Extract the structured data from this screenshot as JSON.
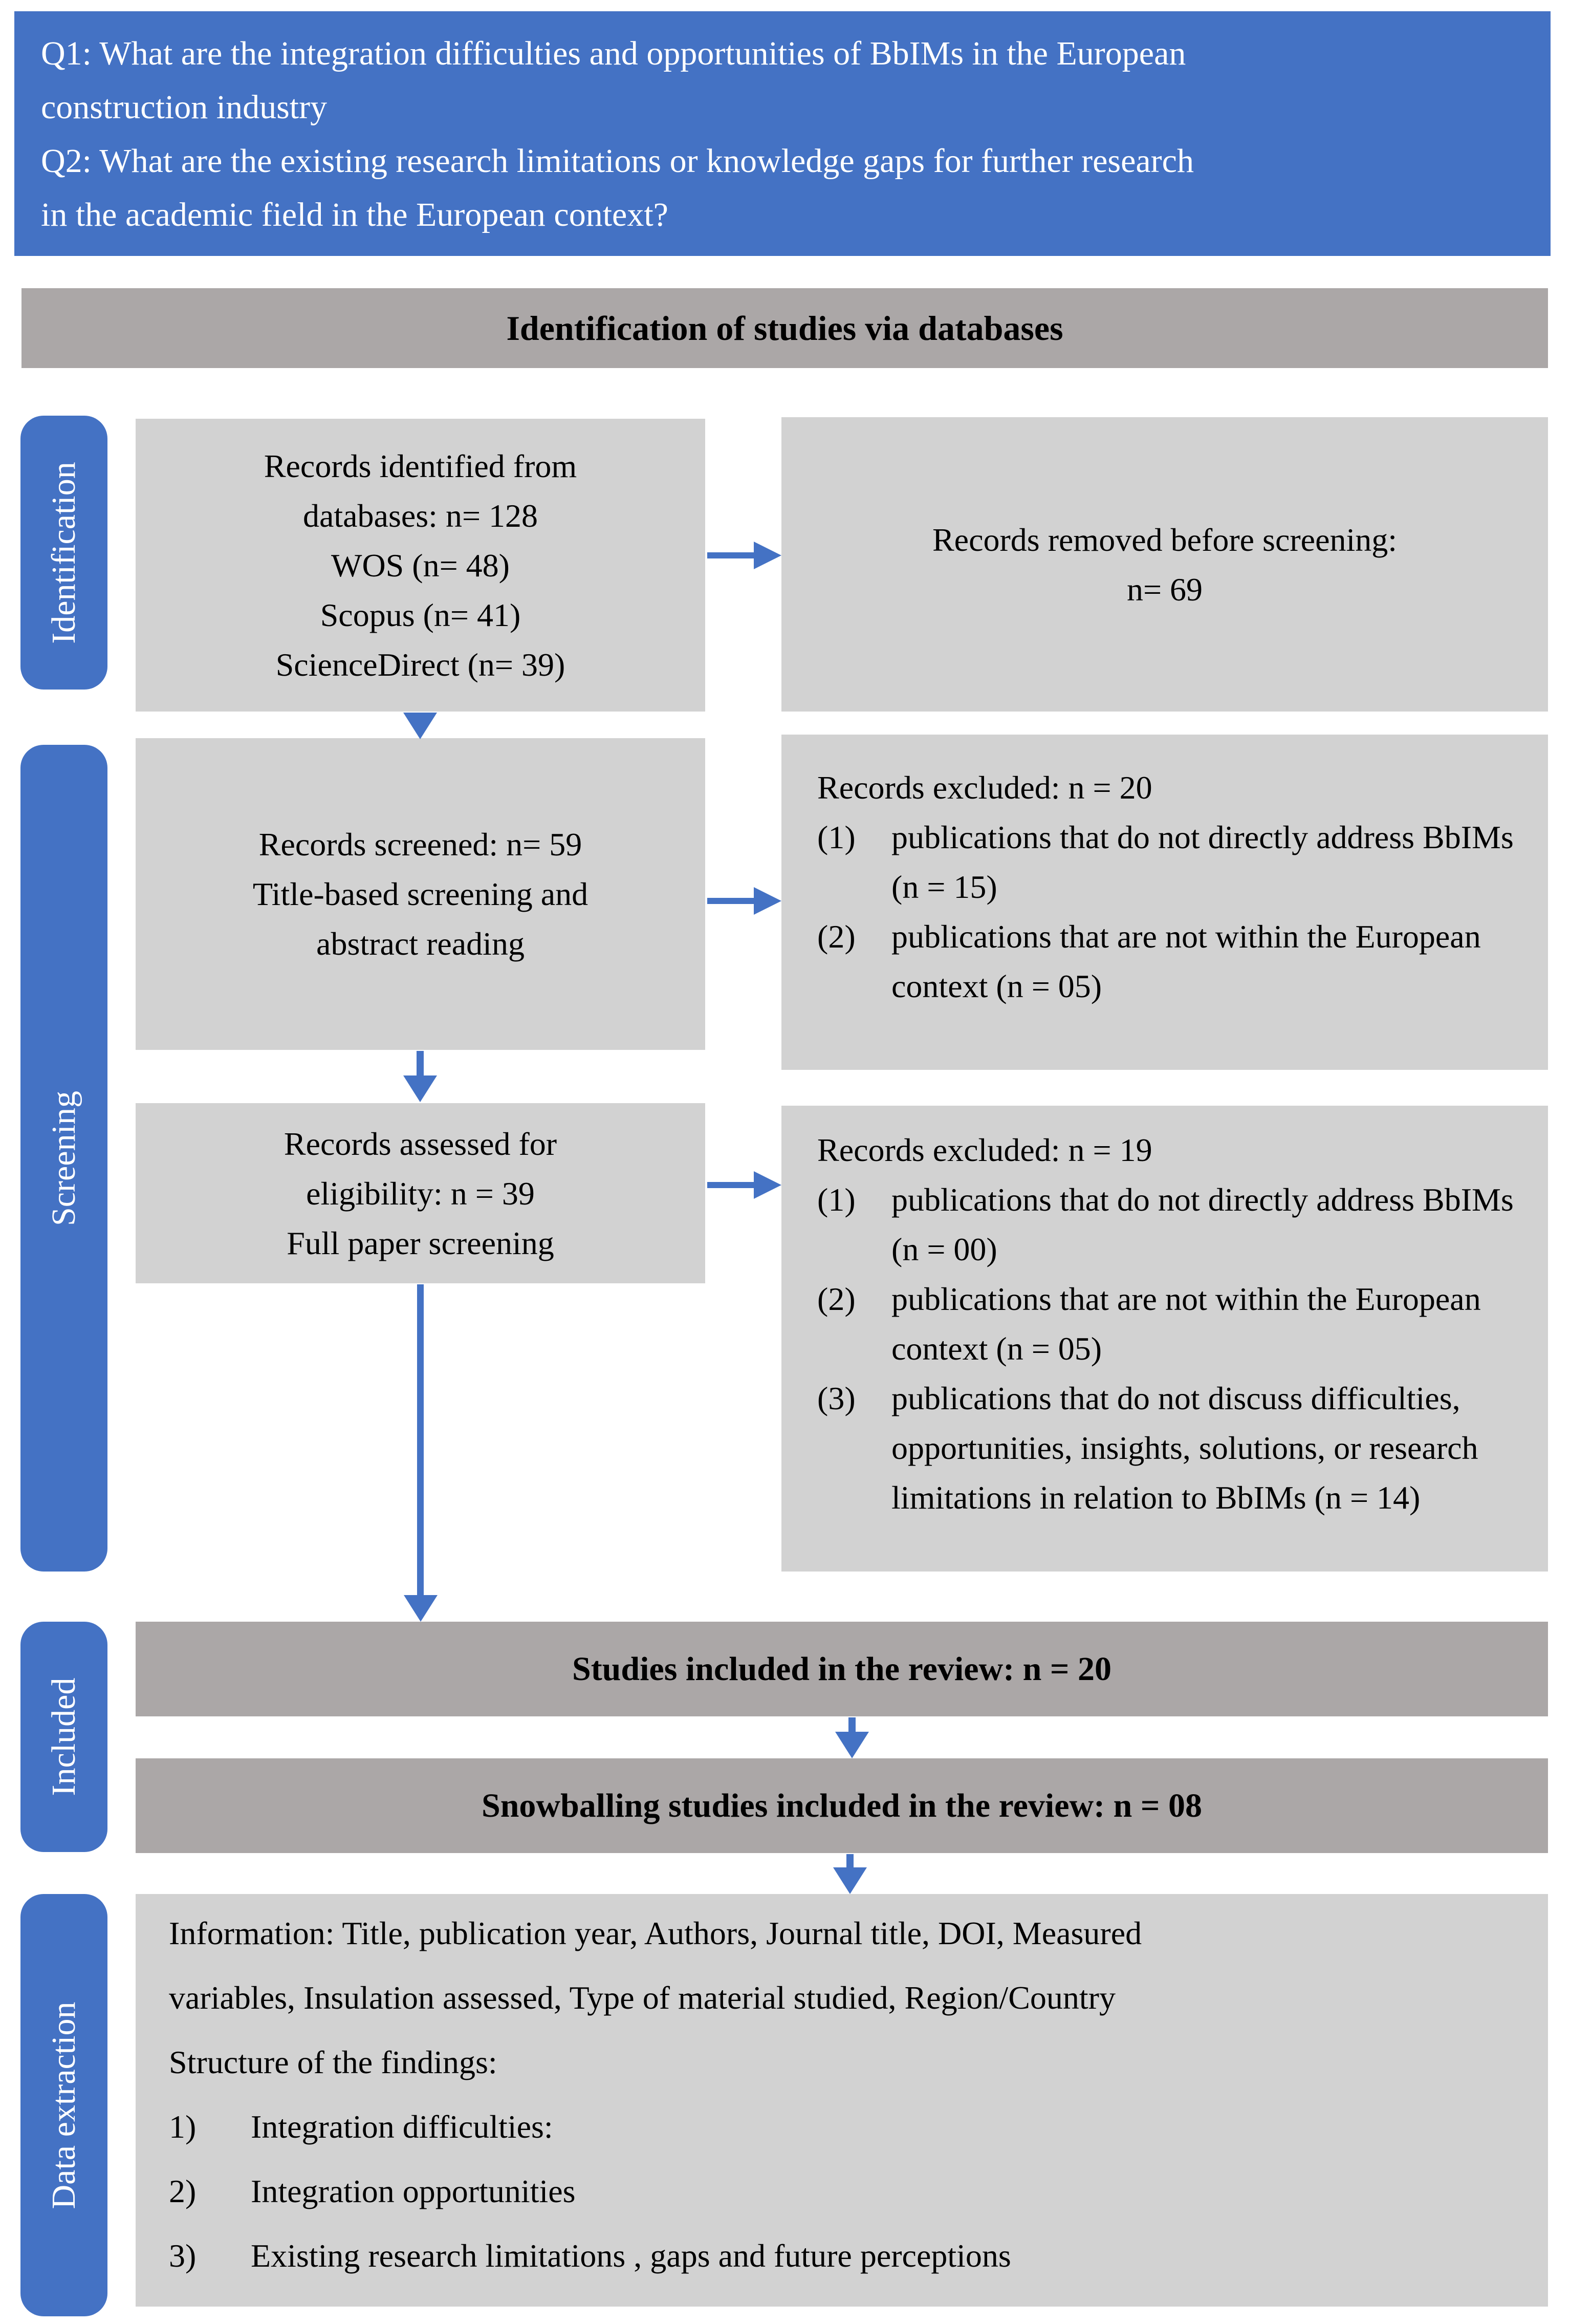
{
  "research_questions": {
    "q1_lines": [
      "Q1: What are the integration difficulties and opportunities of BbIMs in the European",
      "construction industry"
    ],
    "q2_lines": [
      "Q2: What are the existing research limitations or knowledge gaps for further research",
      "in the academic field in the European context?"
    ]
  },
  "header": {
    "title": "Identification of studies via databases"
  },
  "sidebar": {
    "identification": "Identification",
    "screening": "Screening",
    "included": "Included",
    "data_extraction": "Data extraction"
  },
  "flow": {
    "identified": {
      "lines": [
        "Records identified from",
        "databases: n= 128",
        "WOS (n= 48)",
        "Scopus (n= 41)",
        "ScienceDirect (n= 39)"
      ]
    },
    "removed": {
      "lines": [
        "Records removed before screening:",
        "n= 69"
      ]
    },
    "screened": {
      "lines": [
        "Records screened: n= 59",
        "Title-based screening and",
        "abstract reading"
      ]
    },
    "excluded1": {
      "title": "Records excluded: n = 20",
      "items": [
        {
          "marker": "(1)",
          "text": "publications that do not directly address BbIMs (n = 15)"
        },
        {
          "marker": "(2)",
          "text": "publications that are not within the European context (n = 05)"
        }
      ]
    },
    "assessed": {
      "lines": [
        "Records assessed for",
        "eligibility: n = 39",
        "Full paper screening"
      ]
    },
    "excluded2": {
      "title": "Records excluded: n = 19",
      "items": [
        {
          "marker": "(1)",
          "text": "publications that do not directly address BbIMs (n = 00)"
        },
        {
          "marker": "(2)",
          "text": "publications that are not within the European context (n = 05)"
        },
        {
          "marker": "(3)",
          "text": "publications that do not discuss difficulties, opportunities, insights, solutions, or research limitations in relation to BbIMs (n = 14)"
        }
      ]
    },
    "included_banner": "Studies included in the review: n = 20",
    "snowballing_banner": "Snowballing studies included in the review: n = 08",
    "data_extraction": {
      "info_lines": [
        "Information: Title, publication year, Authors, Journal title, DOI, Measured",
        "variables, Insulation assessed, Type of material studied, Region/Country"
      ],
      "structure_label": "Structure of the findings:",
      "items": [
        {
          "marker": "1)",
          "text": "Integration difficulties:"
        },
        {
          "marker": "2)",
          "text": "Integration opportunities"
        },
        {
          "marker": "3)",
          "text": "Existing research limitations , gaps and future perceptions"
        }
      ]
    }
  },
  "colors": {
    "accent_blue": "#4472C4",
    "box_gray": "#D2D2D2",
    "banner_gray": "#ABA7A7",
    "background": "#FFFFFF"
  }
}
